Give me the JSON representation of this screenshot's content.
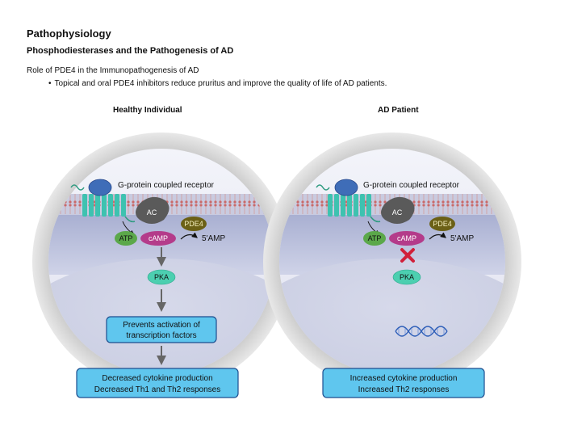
{
  "header": {
    "title": "Pathophysiology",
    "subtitle": "Phosphodiesterases and the Pathogenesis of AD",
    "role_line": "Role of PDE4 in the Immunopathogenesis of AD",
    "bullet": "Topical and oral PDE4 inhibitors reduce pruritus and improve the quality of life of AD patients."
  },
  "panels": {
    "healthy": {
      "title": "Healthy Individual",
      "receptor_label": "G-protein coupled receptor",
      "ac": "AC",
      "pde4": "PDE4",
      "atp": "ATP",
      "camp": "cAMP",
      "amp": "5'AMP",
      "pka": "PKA",
      "box1_line1": "Prevents activation of",
      "box1_line2": "transcription factors",
      "box2_line1": "Decreased cytokine production",
      "box2_line2": "Decreased Th1 and Th2 responses"
    },
    "ad": {
      "title": "AD Patient",
      "receptor_label": "G-protein coupled receptor",
      "ac": "AC",
      "pde4": "PDE4",
      "atp": "ATP",
      "camp": "cAMP",
      "amp": "5'AMP",
      "pka": "PKA",
      "box2_line1": "Increased cytokine production",
      "box2_line2": "Increased Th2 responses"
    }
  },
  "colors": {
    "box_fill": "#5fc6ee",
    "box_border": "#1d4e8f",
    "receptor": "#3ec2b0",
    "atp": "#5ba84a",
    "camp": "#b43b8a",
    "pde4": "#6b6016",
    "ac": "#5a5a5a",
    "pka": "#4ccfb0",
    "block": "#d1203a"
  }
}
